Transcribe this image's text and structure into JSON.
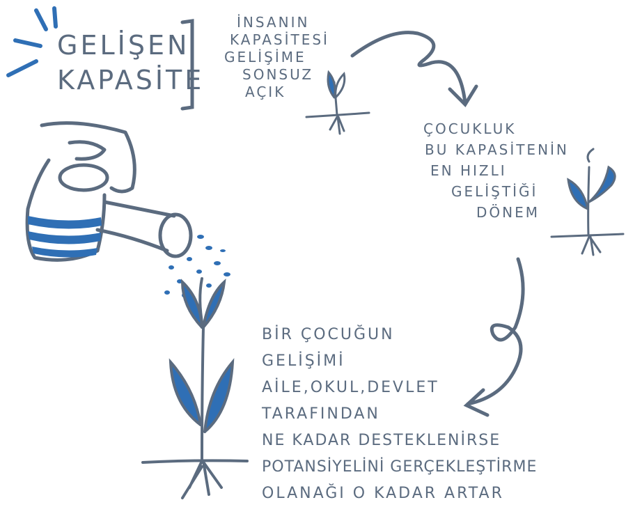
{
  "title": {
    "line1": "GELİŞEN",
    "line2": "KAPASİTE"
  },
  "block1": {
    "lines": [
      "İNSANIN",
      "KAPASİTESİ",
      "GELİŞİME",
      "SONSUZ",
      "AÇIK"
    ]
  },
  "block2": {
    "lines": [
      "ÇOCUKLUK",
      "BU KAPASİTENİN",
      "EN HIZLI",
      "GELİŞTİĞİ",
      "DÖNEM"
    ]
  },
  "block3": {
    "lines": [
      "BİR ÇOCUĞUN",
      "GELİŞİMİ",
      "AİLE,OKUL,DEVLET",
      "TARAFINDAN",
      "NE KADAR DESTEKLENİRSE",
      "POTANSİYELİNİ GERÇEKLEŞTİRME",
      "OLANAĞI O KADAR ARTAR"
    ]
  },
  "colors": {
    "ink": "#5b6b7f",
    "blue": "#2f6fb5"
  }
}
